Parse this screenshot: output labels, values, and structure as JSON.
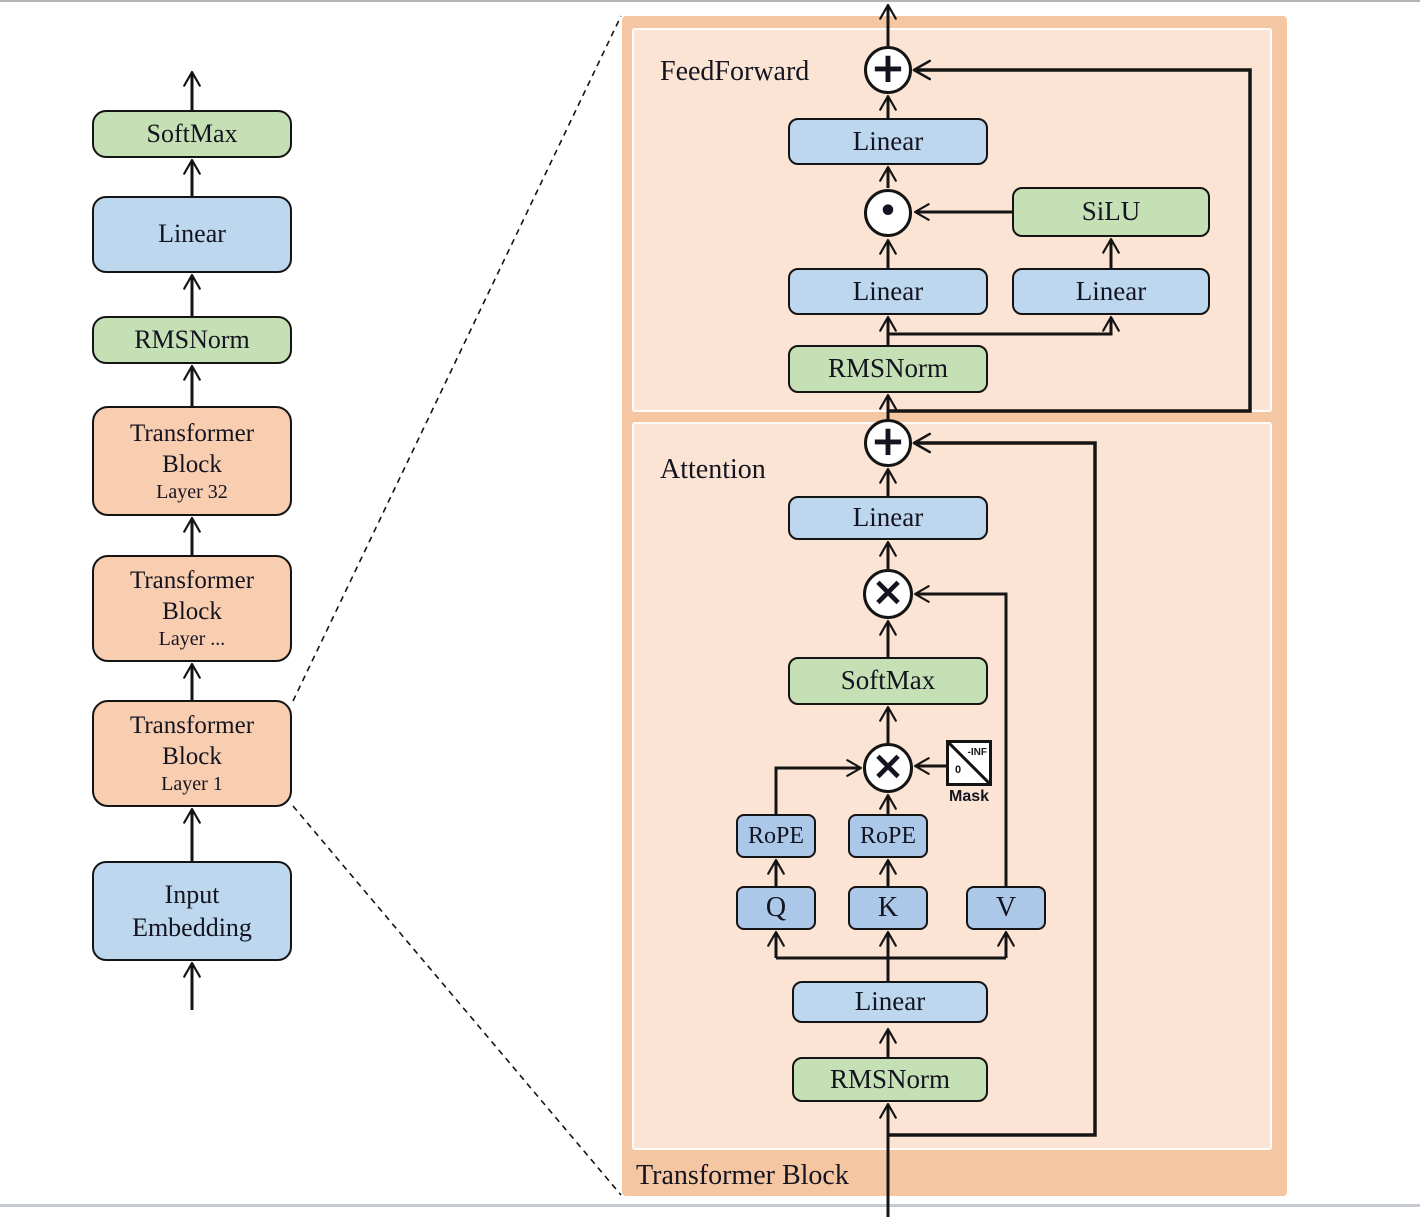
{
  "colors": {
    "panel_outer": "#f4c7a2",
    "panel_inner": "#fbe4d4",
    "box_green": "#c5e0b4",
    "box_blue": "#bdd7ee",
    "box_blue_dark": "#abc8e8",
    "box_orange": "#f8cdb0",
    "line": "#141414"
  },
  "left_column": {
    "softmax": "SoftMax",
    "linear": "Linear",
    "rmsnorm": "RMSNorm",
    "block_top": {
      "line1": "Transformer",
      "line2": "Block",
      "line3": "Layer 32"
    },
    "block_mid": {
      "line1": "Transformer",
      "line2": "Block",
      "line3": "Layer ..."
    },
    "block_bottom": {
      "line1": "Transformer",
      "line2": "Block",
      "line3": "Layer 1"
    },
    "input_embedding": {
      "line1": "Input",
      "line2": "Embedding"
    }
  },
  "detail_panel": {
    "title": "Transformer Block",
    "feedforward": {
      "label": "FeedForward",
      "add_symbol": "+",
      "linear_out": "Linear",
      "mult_symbol": "•",
      "silu": "SiLU",
      "linear_left": "Linear",
      "linear_right": "Linear",
      "rmsnorm": "RMSNorm"
    },
    "attention": {
      "label": "Attention",
      "add_symbol": "+",
      "linear_out": "Linear",
      "matmul_symbol": "×",
      "softmax": "SoftMax",
      "matmul2_symbol": "×",
      "mask": {
        "label": "Mask",
        "neg_inf": "-INF",
        "zero": "0"
      },
      "rope_q": "RoPE",
      "rope_k": "RoPE",
      "q": "Q",
      "k": "K",
      "v": "V",
      "linear_in": "Linear",
      "rmsnorm": "RMSNorm"
    }
  }
}
